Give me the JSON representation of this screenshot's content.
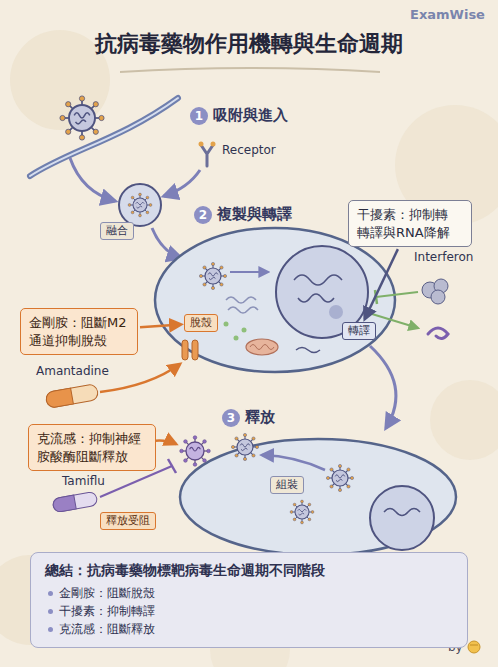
{
  "diagram": {
    "title": "抗病毒藥物作用機轉與生命週期",
    "nodes": [
      {
        "text": [
          "融合"
        ]
      },
      {
        "text": [
          "干擾素：抑制轉 轉譯與RNA降解"
        ]
      },
      {
        "text": [
          "金剛胺：阻斷M2 通道抑制脫殼"
        ]
      },
      {
        "text": [
          "脫殼"
        ]
      },
      {
        "text": [
          "轉譯"
        ]
      },
      {
        "text": [
          "克流感：抑制神經 胺酸酶阻斷釋放"
        ]
      },
      {
        "text": [
          "組裝"
        ]
      },
      {
        "text": [
          "釋放受阻"
        ]
      },
      {
        "text": [
          "總結：抗病毒藥物標靶病毒生命週期不同階段",
          "金剛胺：阻斷脫殼",
          "干擾素：抑制轉譯",
          "克流感：阻斷釋放"
        ]
      }
    ],
    "edges": [
      {
        "from": 2,
        "to": 3,
        "arrow": "to"
      },
      {
        "from": 1,
        "to": 4,
        "arrow": "to"
      }
    ],
    "labels": [
      "ExamWise",
      "1",
      "吸附與進入",
      "Receptor",
      "2",
      "複製與轉譯",
      "Interferon",
      "Amantadine",
      "3",
      "釋放",
      "Tamiflu",
      "by"
    ]
  }
}
